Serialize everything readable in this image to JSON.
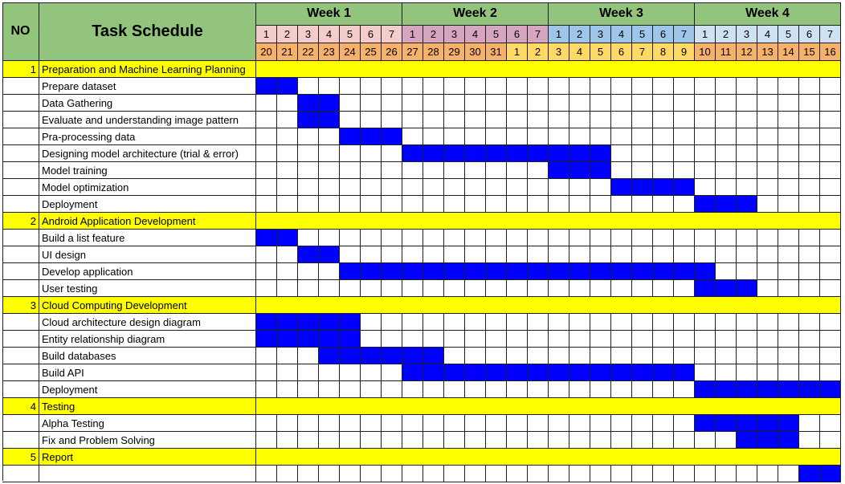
{
  "header": {
    "no_label": "NO",
    "title": "Task Schedule",
    "weeks": [
      {
        "label": "Week 1",
        "days": [
          "1",
          "2",
          "3",
          "4",
          "5",
          "6",
          "7"
        ],
        "dates": [
          "20",
          "21",
          "22",
          "23",
          "24",
          "25",
          "26"
        ]
      },
      {
        "label": "Week 2",
        "days": [
          "1",
          "2",
          "3",
          "4",
          "5",
          "6",
          "7"
        ],
        "dates": [
          "27",
          "28",
          "29",
          "30",
          "31",
          "1",
          "2"
        ]
      },
      {
        "label": "Week 3",
        "days": [
          "1",
          "2",
          "3",
          "4",
          "5",
          "6",
          "7"
        ],
        "dates": [
          "3",
          "4",
          "5",
          "6",
          "7",
          "8",
          "9"
        ]
      },
      {
        "label": "Week 4",
        "days": [
          "1",
          "2",
          "3",
          "4",
          "5",
          "6",
          "7"
        ],
        "dates": [
          "10",
          "11",
          "12",
          "13",
          "14",
          "15",
          "16"
        ]
      }
    ]
  },
  "colors": {
    "header_green": "#93c47d",
    "week1_day_bg": "#f4cccc",
    "week2_day_bg": "#d5a6bd",
    "week3_day_bg": "#9fc5e8",
    "week4_day_bg": "#cfe2f3",
    "date_bg_orange": "#f6b26b",
    "date_bg_yellow": "#ffd966",
    "section_yellow": "#ffff00",
    "bar_blue": "#0000ff"
  },
  "rows": [
    {
      "type": "section",
      "no": "1",
      "label": "Preparation and Machine Learning Planning"
    },
    {
      "type": "task",
      "label": "Prepare dataset",
      "start": 0,
      "end": 1
    },
    {
      "type": "task",
      "label": "Data Gathering",
      "start": 2,
      "end": 3
    },
    {
      "type": "task",
      "label": "Evaluate and understanding image pattern",
      "start": 2,
      "end": 3
    },
    {
      "type": "task",
      "label": "Pra-processing data",
      "start": 4,
      "end": 6
    },
    {
      "type": "task",
      "label": "Designing model architecture (trial & error)",
      "start": 7,
      "end": 16
    },
    {
      "type": "task",
      "label": "Model training",
      "start": 14,
      "end": 16
    },
    {
      "type": "task",
      "label": "Model optimization",
      "start": 17,
      "end": 20
    },
    {
      "type": "task",
      "label": "Deployment",
      "start": 21,
      "end": 23
    },
    {
      "type": "section",
      "no": "2",
      "label": "Android Application Development"
    },
    {
      "type": "task",
      "label": "Build a list feature",
      "start": 0,
      "end": 1
    },
    {
      "type": "task",
      "label": "UI design",
      "start": 2,
      "end": 3
    },
    {
      "type": "task",
      "label": "Develop application",
      "start": 4,
      "end": 21
    },
    {
      "type": "task",
      "label": "User testing",
      "start": 21,
      "end": 23
    },
    {
      "type": "section",
      "no": "3",
      "label": "Cloud Computing Development"
    },
    {
      "type": "task",
      "label": "Cloud architecture design diagram",
      "start": 0,
      "end": 4
    },
    {
      "type": "task",
      "label": "Entity relationship diagram",
      "start": 0,
      "end": 4
    },
    {
      "type": "task",
      "label": "Build databases",
      "start": 3,
      "end": 8
    },
    {
      "type": "task",
      "label": "Build API",
      "start": 7,
      "end": 20
    },
    {
      "type": "task",
      "label": "Deployment",
      "start": 21,
      "end": 27
    },
    {
      "type": "section",
      "no": "4",
      "label": "Testing"
    },
    {
      "type": "task",
      "label": "Alpha Testing",
      "start": 21,
      "end": 25
    },
    {
      "type": "task",
      "label": "Fix and Problem Solving",
      "start": 23,
      "end": 25
    },
    {
      "type": "section",
      "no": "5",
      "label": "Report"
    },
    {
      "type": "task",
      "label": "",
      "start": 26,
      "end": 27
    }
  ]
}
